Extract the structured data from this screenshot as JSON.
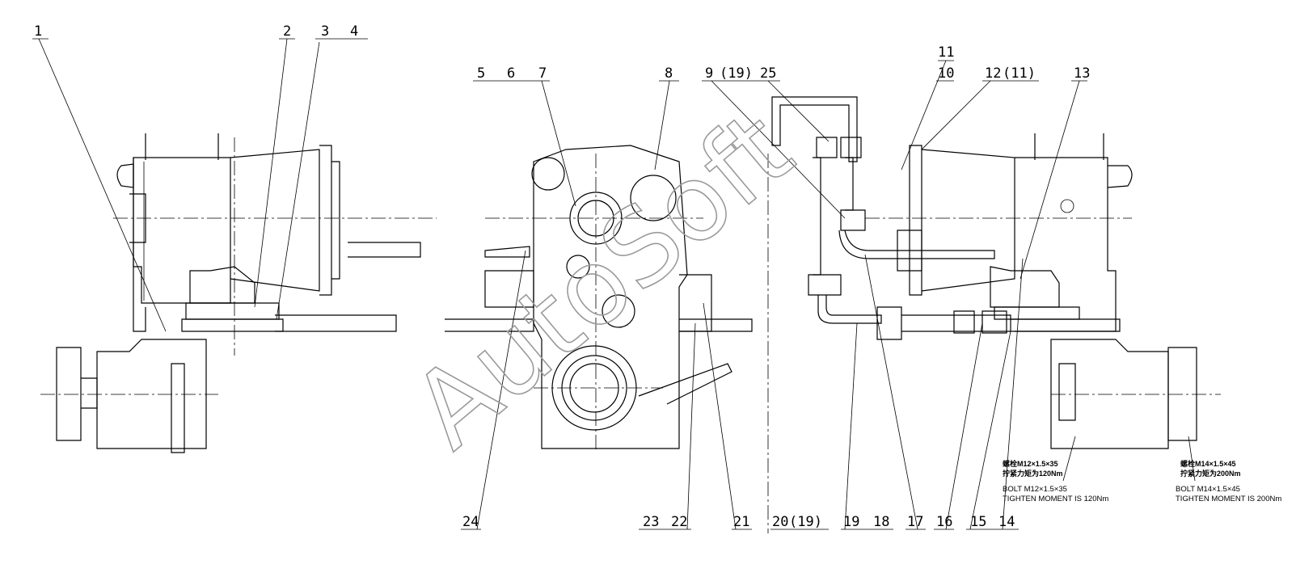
{
  "top_labels": {
    "n1": "1",
    "n2": "2",
    "n3": "3",
    "n4": "4",
    "n5": "5",
    "n6": "6",
    "n7": "7",
    "n8": "8",
    "n9": "9",
    "n19a": "(19)",
    "n25": "25",
    "n11": "11",
    "n10": "10",
    "n12": "12",
    "n11b": "(11)",
    "n13": "13"
  },
  "bottom_labels": {
    "n24": "24",
    "n23": "23",
    "n22": "22",
    "n21": "21",
    "n20": "20",
    "n19b": "(19)",
    "n19": "19",
    "n18": "18",
    "n17": "17",
    "n16": "16",
    "n15": "15",
    "n14": "14"
  },
  "notes": {
    "a_cn1": "螺栓M12×1.5×35",
    "a_cn2": "拧紧力矩为120Nm",
    "a_en1": "BOLT M12×1.5×35",
    "a_en2": "TIGHTEN MOMENT IS 120Nm",
    "b_cn1": "螺栓M14×1.5×45",
    "b_cn2": "拧紧力矩为200Nm",
    "b_en1": "BOLT M14×1.5×45",
    "b_en2": "TIGHTEN MOMENT IS 200Nm"
  },
  "watermark": "AutoSoft"
}
